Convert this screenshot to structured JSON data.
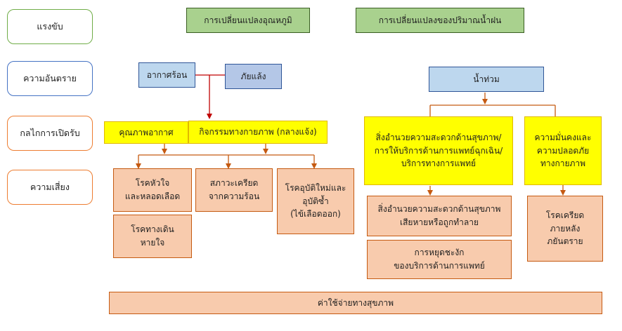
{
  "row_labels": {
    "driver": "แรงขับ",
    "hazard": "ความอันตราย",
    "exposure": "กลไกการเปิดรับ",
    "risk": "ความเสี่ยง"
  },
  "drivers": {
    "temperature": "การเปลี่ยนแปลงอุณหภูมิ",
    "rainfall": "การเปลี่ยนแปลงของปริมาณน้ำฝน"
  },
  "hazards": {
    "heat": "อากาศร้อน",
    "drought": "ภัยแล้ง",
    "flood": "น้ำท่วม"
  },
  "mechanisms": {
    "air_quality": "คุณภาพอากาศ",
    "outdoor_activity": "กิจกรรมทางกายภาพ (กลางแจ้ง)",
    "health_facilities": [
      "สิ่งอำนวยความสะดวกด้านสุขภาพ/",
      "การให้บริการด้านการแพทย์ฉุกเฉิน/",
      "บริการทางการแพทย์"
    ],
    "security": [
      "ความมั่นคงและ",
      "ความปลอดภัย",
      "ทางกายภาพ"
    ]
  },
  "risks": {
    "cardio": [
      "โรคหัวใจ",
      "และหลอดเลือด"
    ],
    "respiratory": [
      "โรคทางเดิน",
      "หายใจ"
    ],
    "heat_stress": [
      "สภาวะเครียด",
      "จากความร้อน"
    ],
    "new_diseases": [
      "โรคอุบัติใหม่และ",
      "อุบัติซ้ำ",
      "(ไข้เลือดออก)"
    ],
    "facility_damage": [
      "สิ่งอำนวยความสะดวกด้านสุขภาพ",
      "เสียหายหรือถูกทำลาย"
    ],
    "service_disruption": [
      "การหยุดชะงัก",
      "ของบริการด้านการแพทย์"
    ],
    "ptsd": [
      "โรคเครียด",
      "ภายหลัง",
      "ภยันตราย"
    ]
  },
  "bottom": {
    "health_cost": "ค่าใช้จ่ายทางสุขภาพ"
  },
  "colors": {
    "driver_fill": "#a9d18e",
    "hazard_fill": "#bdd7ee",
    "mechanism_fill": "#ffff00",
    "risk_fill": "#f8cbad",
    "red_arrow": "#c00000",
    "orange_arrow": "#c55a11"
  }
}
